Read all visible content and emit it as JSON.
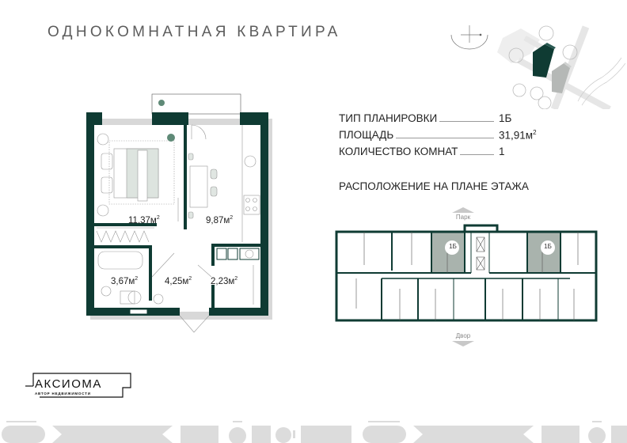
{
  "header": {
    "title": "ОДНОКОМНАТНАЯ  КВАРТИРА"
  },
  "specs": [
    {
      "label": "ТИП ПЛАНИРОВКИ",
      "value": "1Б",
      "unit": ""
    },
    {
      "label": "ПЛОЩАДЬ",
      "value": "31,91м",
      "unit": "2"
    },
    {
      "label": "КОЛИЧЕСТВО КОМНАТ",
      "value": "1",
      "unit": ""
    }
  ],
  "floor_plan": {
    "title": "РАСПОЛОЖЕНИЕ НА ПЛАНЕ ЭТАЖА",
    "top_direction": "Парк",
    "bottom_direction": "Двор",
    "highlighted_units": [
      {
        "label": "1Б"
      },
      {
        "label": "1Б"
      }
    ]
  },
  "apartment": {
    "rooms": [
      {
        "name": "bedroom",
        "area": "11,37м",
        "sup": "2"
      },
      {
        "name": "kitchen-living",
        "area": "9,87м",
        "sup": "2"
      },
      {
        "name": "bathroom",
        "area": "3,67м",
        "sup": "2"
      },
      {
        "name": "hallway",
        "area": "4,25м",
        "sup": "2"
      },
      {
        "name": "storage",
        "area": "2,23м",
        "sup": "2"
      }
    ]
  },
  "brand": {
    "name": "АКСИОМА",
    "tagline": "АВТОР  НЕДВИЖИМОСТИ"
  },
  "colors": {
    "wall": "#0f3b33",
    "highlight": "#a9b3ad",
    "text": "#222222",
    "title": "#5c5c5c",
    "pattern": "#dcdcdc"
  }
}
